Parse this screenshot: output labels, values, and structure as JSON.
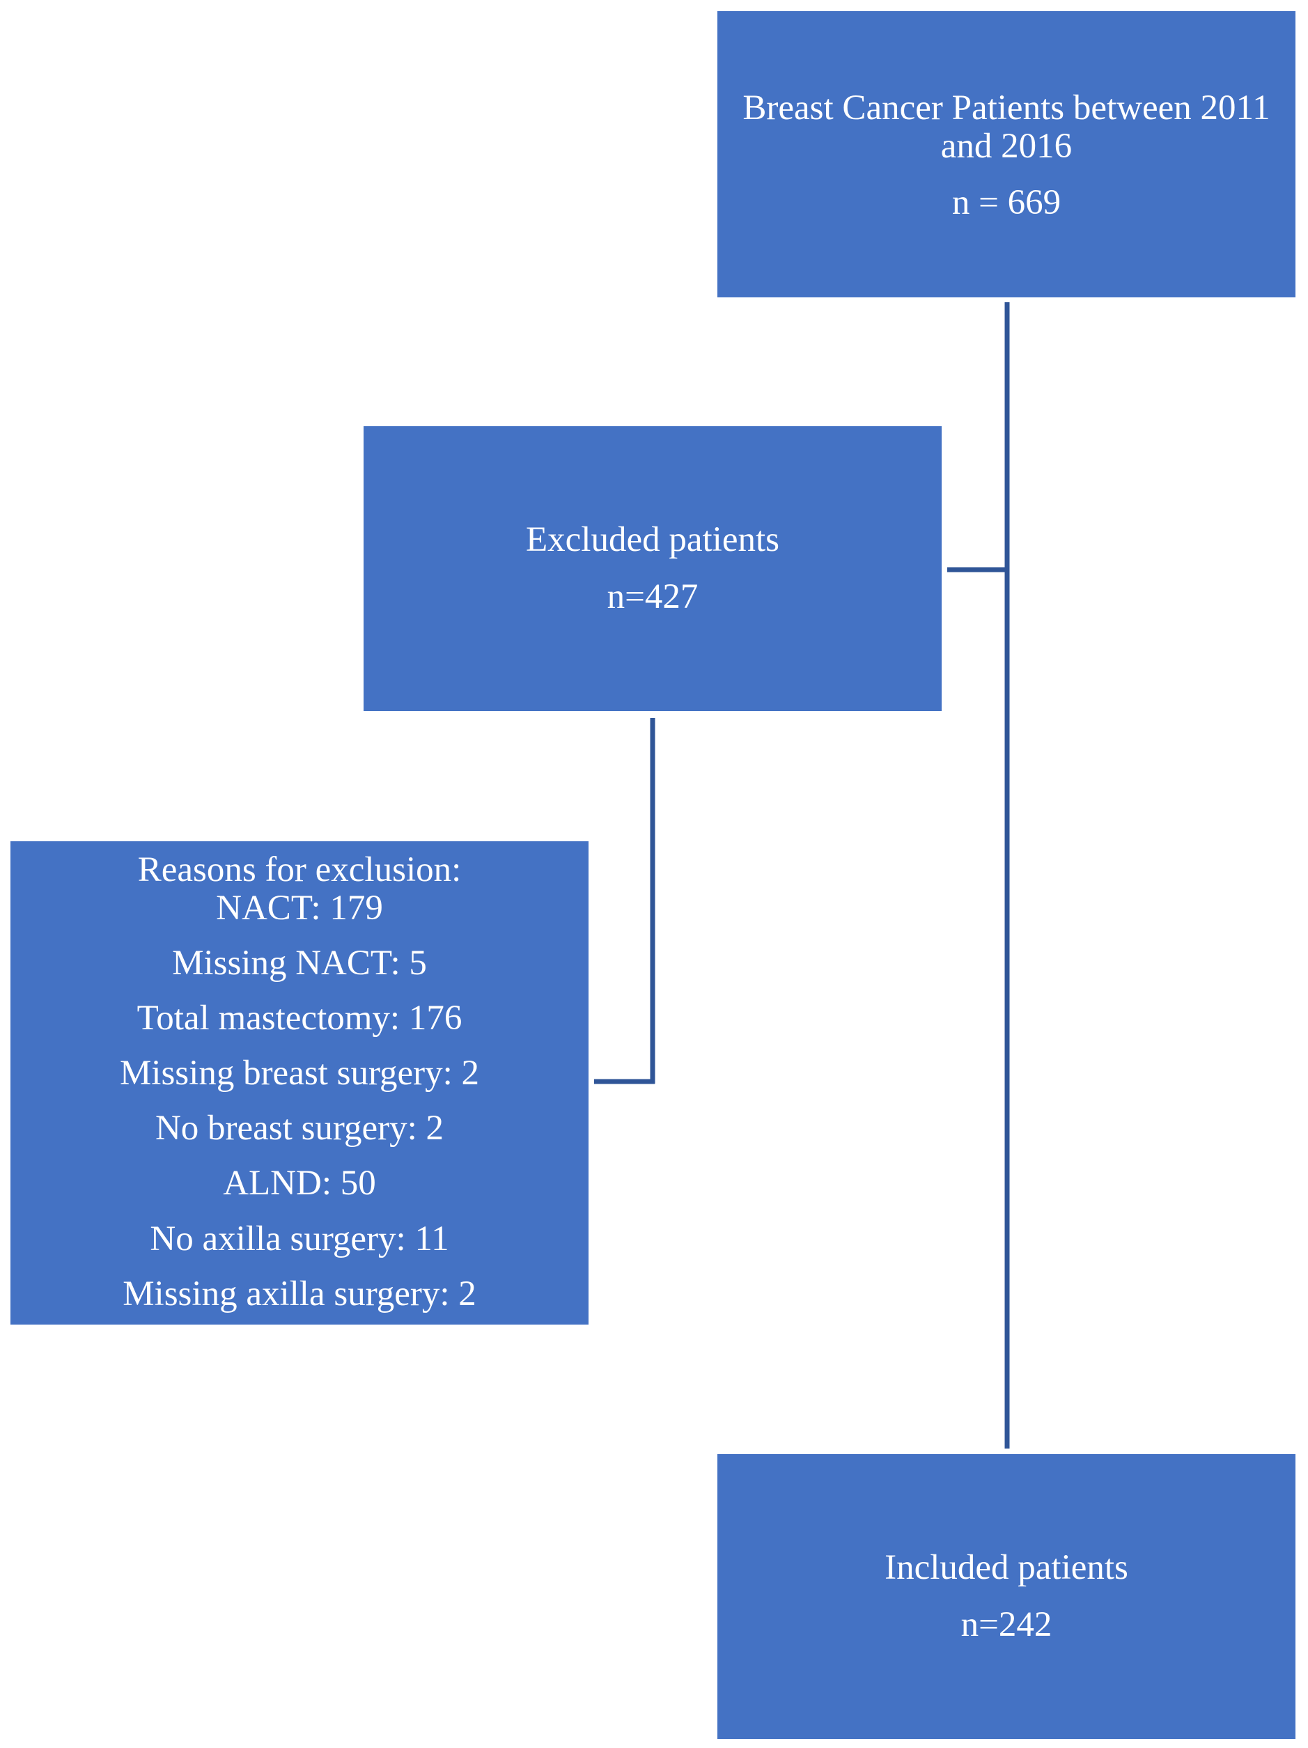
{
  "nodes": {
    "total": {
      "title_line1": "Breast Cancer Patients between 2011",
      "title_line2": "and 2016",
      "count": "n = 669"
    },
    "excluded": {
      "title": "Excluded patients",
      "count": "n=427"
    },
    "reasons": {
      "heading": "Reasons for exclusion:",
      "items": [
        "NACT: 179",
        "Missing NACT: 5",
        "Total mastectomy: 176",
        "Missing breast surgery: 2",
        "No breast surgery: 2",
        "ALND: 50",
        "No axilla surgery: 11",
        "Missing axilla surgery: 2"
      ]
    },
    "included": {
      "title": "Included patients",
      "count": "n=242"
    }
  },
  "colors": {
    "box_fill": "#4472c4",
    "connector": "#2f5597",
    "text": "#ffffff"
  }
}
